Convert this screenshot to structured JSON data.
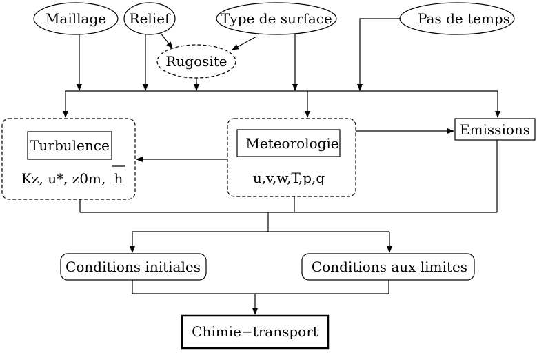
{
  "inputs": {
    "maillage": "Maillage",
    "relief": "Relief",
    "type_surface": "Type de surface",
    "pas_temps": "Pas de temps",
    "rugosite": "Rugosite"
  },
  "modules": {
    "turbulence": "Turbulence",
    "turbulence_vars": "Kz, u*, z0m,",
    "turbulence_hbar": "h",
    "meteorologie": "Meteorologie",
    "meteorologie_vars": "u,v,w,T,p,q",
    "emissions": "Emissions"
  },
  "conditions": {
    "initiales": "Conditions initiales",
    "limites": "Conditions aux limites"
  },
  "output": {
    "chimie": "Chimie−transport"
  }
}
